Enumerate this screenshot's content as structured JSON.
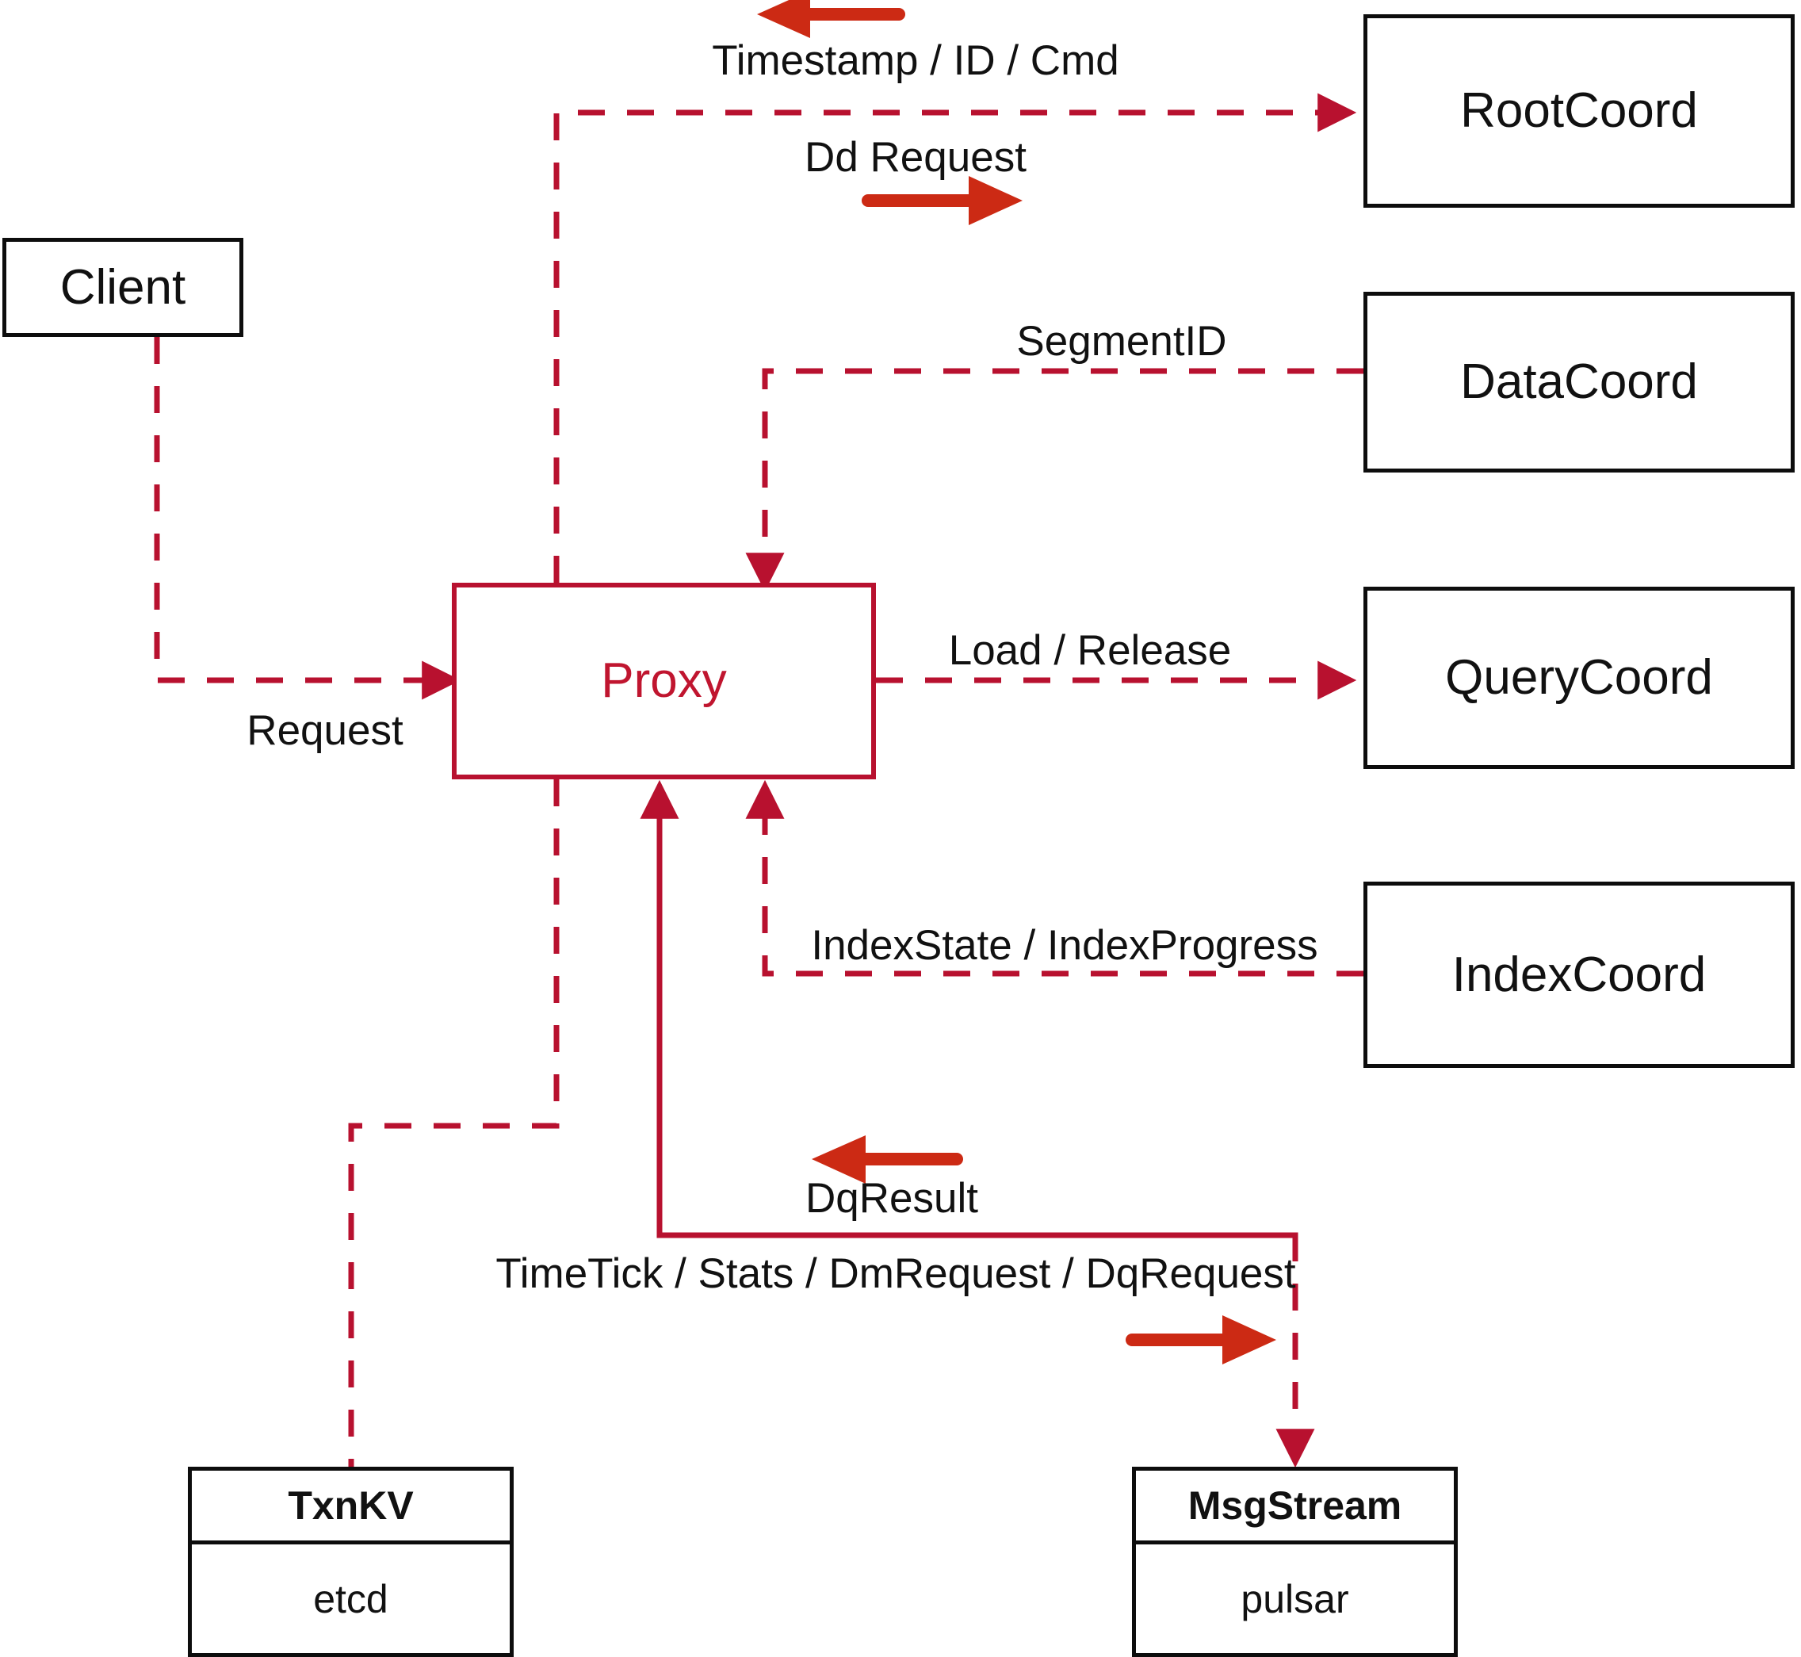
{
  "diagram": {
    "title": "Proxy component interaction diagram",
    "colors": {
      "node_stroke": "#0d0d0d",
      "proxy_stroke": "#b8112f",
      "proxy_text": "#c0152f",
      "dashed_wire": "#b8112f",
      "solid_arrow": "#cc2a14",
      "background": "#ffffff",
      "label_text": "#111111"
    }
  },
  "nodes": [
    {
      "id": "client",
      "label": "Client"
    },
    {
      "id": "proxy",
      "label": "Proxy"
    },
    {
      "id": "rootcoord",
      "label": "RootCoord"
    },
    {
      "id": "datacoord",
      "label": "DataCoord"
    },
    {
      "id": "querycoord",
      "label": "QueryCoord"
    },
    {
      "id": "indexcoord",
      "label": "IndexCoord"
    }
  ],
  "stacked_nodes": [
    {
      "id": "txnkv",
      "header": "TxnKV",
      "body": "etcd"
    },
    {
      "id": "msgstream",
      "header": "MsgStream",
      "body": "pulsar"
    }
  ],
  "edge_labels": [
    {
      "id": "timestamp-id-cmd",
      "text": "Timestamp / ID / Cmd"
    },
    {
      "id": "dd-request",
      "text": "Dd Request"
    },
    {
      "id": "segment-id",
      "text": "SegmentID"
    },
    {
      "id": "request",
      "text": "Request"
    },
    {
      "id": "load-release",
      "text": "Load / Release"
    },
    {
      "id": "index-state",
      "text": "IndexState / IndexProgress"
    },
    {
      "id": "dq-result",
      "text": "DqResult"
    },
    {
      "id": "timetick-stats",
      "text": "TimeTick / Stats / DmRequest / DqRequest"
    }
  ]
}
